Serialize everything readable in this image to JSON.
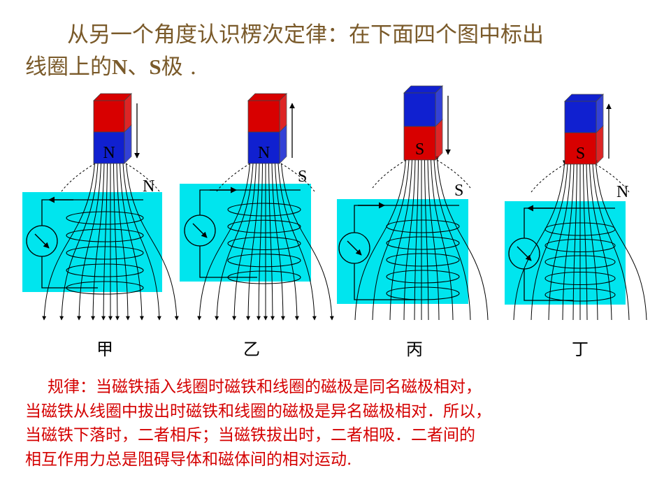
{
  "title": {
    "line1": "从另一个角度认识楞次定律：在下面四个图中标出",
    "line2_prefix": "线圈上的",
    "pole_n": "N",
    "sep": "、",
    "pole_s": "S",
    "line2_suffix": "极 ."
  },
  "panels": [
    {
      "caption": "甲",
      "magnet_pole": "N",
      "coil_label": "N",
      "motion": "down"
    },
    {
      "caption": "乙",
      "magnet_pole": "N",
      "coil_label": "S",
      "motion": "up"
    },
    {
      "caption": "丙",
      "magnet_pole": "S",
      "coil_label": "S",
      "motion": "down"
    },
    {
      "caption": "丁",
      "magnet_pole": "S",
      "coil_label": "N",
      "motion": "up"
    }
  ],
  "colors": {
    "coil_bg": "#00e5ee",
    "magnet_red": "#d80000",
    "magnet_blue": "#1020d0",
    "rule_text": "#d40000",
    "title_text": "#7a5a2a"
  },
  "rule": {
    "line1": "规律：当磁铁插入线圈时磁铁和线圈的磁极是同名磁极相对，",
    "line2": "当磁铁从线圈中拔出时磁铁和线圈的磁极是异名磁极相对．所以，",
    "line3": "当磁铁下落时，二者相斥；当磁铁拔出时，二者相吸．二者间的",
    "line4": "相互作用力总是阻碍导体和磁体间的相对运动."
  }
}
